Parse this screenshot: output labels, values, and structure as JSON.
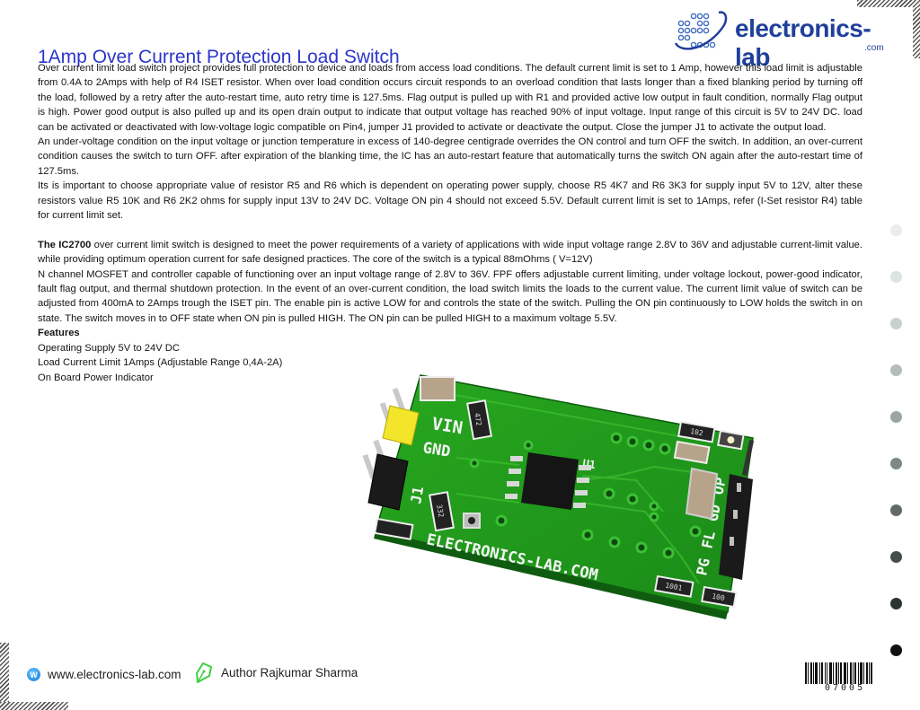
{
  "header": {
    "title": "1Amp Over Current Protection Load Switch",
    "logo_text": "electronics-lab",
    "logo_subtext": ".com"
  },
  "article": {
    "paragraphs": [
      "Over current limit load switch project provides full protection to device and loads from access load conditions. The default current limit is set to 1 Amp, however this load limit is adjustable from 0.4A to 2Amps with help of R4 ISET resistor. When over load condition occurs circuit responds to an overload condition that lasts longer than a fixed blanking period by turning off the load, followed by a retry after the auto-restart time, auto retry time is 127.5ms. Flag output is pulled up with R1 and provided active low output in fault condition, normally Flag output is high. Power good output is also pulled up and its open drain output to indicate that output voltage has reached 90% of input voltage.   Input range of this circuit is 5V to 24V DC. load can be activated or deactivated with low-voltage logic compatible on Pin4, jumper J1 provided to activate or deactivate the output. Close the jumper J1 to activate the output load.",
      "An under-voltage condition on the input voltage or junction temperature in excess of 140-degree centigrade overrides the ON control and turn OFF the switch. In addition, an over-current condition causes the switch to turn OFF. after expiration of the blanking time, the IC has an auto-restart feature that automatically turns the switch ON again after the auto-restart time of 127.5ms.",
      " Its is important to choose appropriate value of resistor R5 and R6 which is dependent on operating power supply, choose R5 4K7 and R6 3K3 for supply input 5V to 12V, alter these resistors value R5 10K and R6 2K2 ohms for supply input 13V to 24V DC. Voltage ON pin 4 should not exceed 5.5V. Default current limit is set to 1Amps, refer (I-Set resistor R4) table for current limit set."
    ],
    "ic_paragraph": {
      "bold_lead": "The IC2700",
      "text": " over current limit switch is designed to meet the power requirements of a variety of applications with wide input voltage range 2.8V to 36V and adjustable current-limit value. while providing optimum operation current for safe designed practices. The core of the switch is a typical 88mOhms ( V=12V)"
    },
    "mosfet_paragraph": "N channel MOSFET and controller capable of functioning over an input voltage range of 2.8V to 36V. FPF offers adjustable current limiting, under voltage lockout, power-good indicator, fault flag output, and thermal shutdown protection. In the event of an over-current condition, the load switch limits the loads to the current value. The current limit value of switch can be adjusted from 400mA to 2Amps trough the ISET pin. The enable pin is active LOW for and controls the state of the switch. Pulling the ON pin continuously to LOW holds the switch in on state. The switch moves in to OFF state when ON pin is pulled HIGH. The ON pin can be pulled HIGH to a maximum voltage 5.5V.",
    "features": {
      "heading": "Features",
      "items": [
        "Operating Supply 5V to 24V DC",
        "Load Current Limit 1Amps (Adjustable Range 0,4A-2A)",
        "On Board Power Indicator"
      ]
    }
  },
  "board_image": {
    "silkscreen": {
      "vin": "VIN",
      "gnd": "GND",
      "j1": "J1",
      "u1": "U1",
      "brand": "ELECTRONICS-LAB.COM",
      "pg": "PG",
      "fl": "FL",
      "gd": "GD",
      "op": "OP",
      "r_472": "472",
      "r_332": "332",
      "r_102": "102",
      "r_1001": "1001",
      "r_100": "100"
    },
    "colors": {
      "pcb": "#1f9a1c",
      "pcb_dark": "#137013",
      "jumper": "#f0e020"
    }
  },
  "register_dots": [
    "#ececec",
    "#dde2e2",
    "#c9d0cf",
    "#b4bcbb",
    "#9ba5a3",
    "#7e8886",
    "#606a68",
    "#464e4d",
    "#2e3433",
    "#111111"
  ],
  "footer": {
    "website": "www.electronics-lab.com",
    "web_icon_letter": "W",
    "author": "Author Rajkumar Sharma",
    "barcode_number": "07005"
  },
  "colors": {
    "title": "#2b36c9",
    "logo": "#1f3f9a",
    "pen_icon": "#3ecf3e"
  }
}
